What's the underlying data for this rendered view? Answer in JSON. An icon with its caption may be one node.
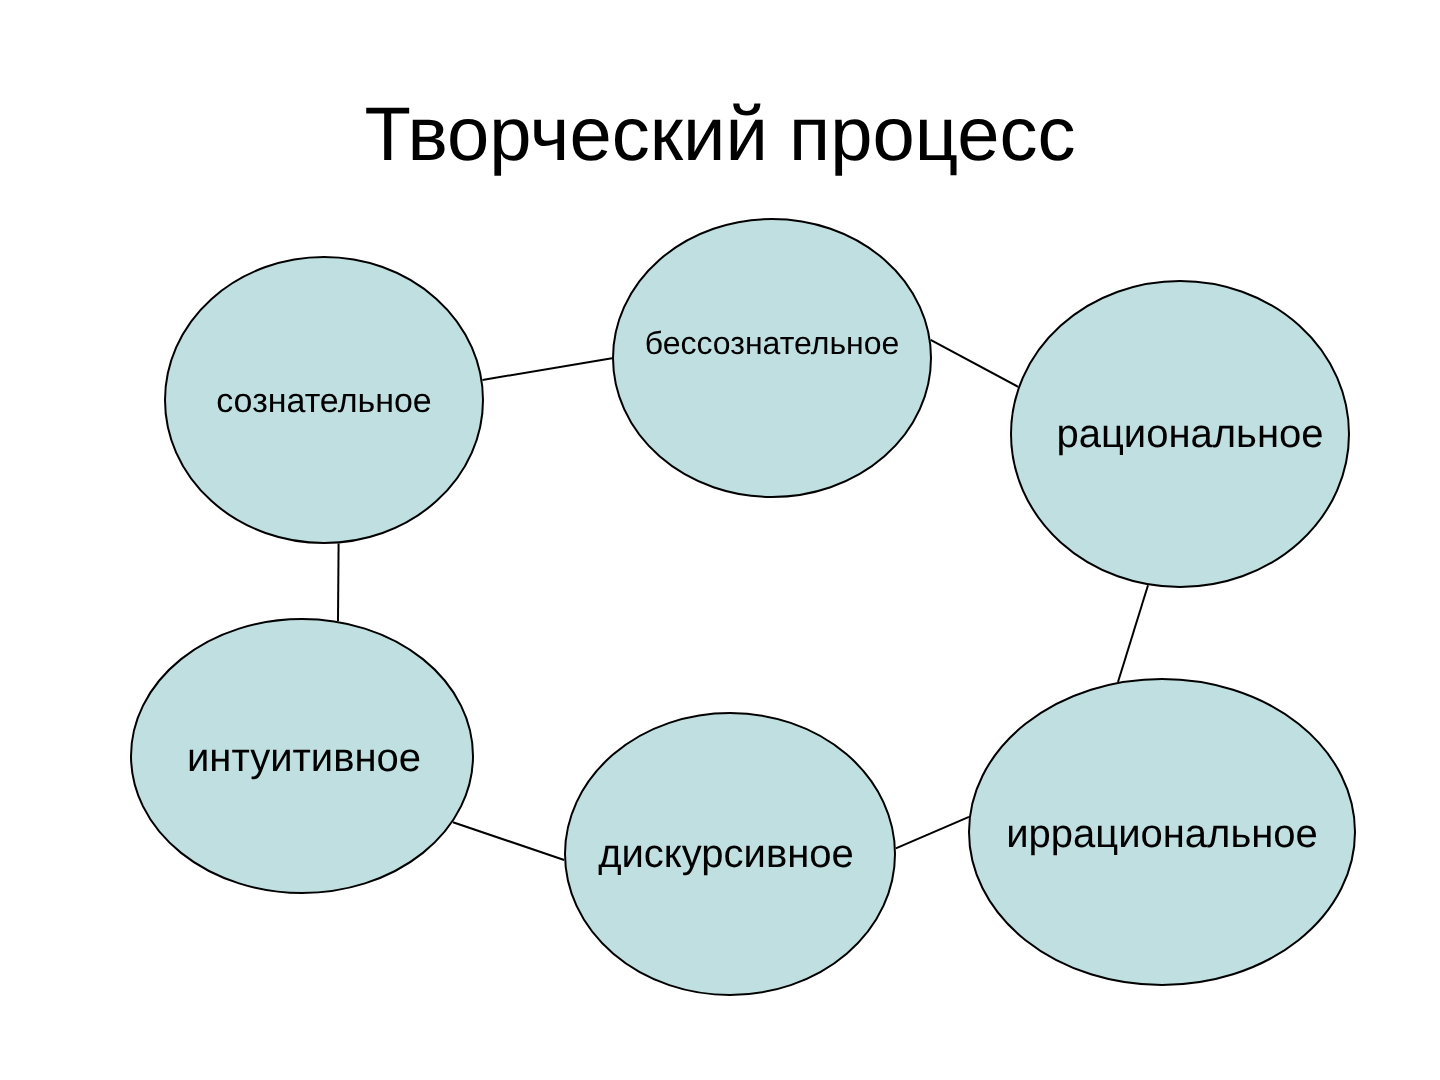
{
  "diagram": {
    "title": "Творческий процесс",
    "nodes": [
      {
        "text": [
          "сознательное"
        ]
      },
      {
        "text": [
          "бессознательное"
        ]
      },
      {
        "text": [
          "рациональное"
        ]
      },
      {
        "text": [
          "интуитивное"
        ]
      },
      {
        "text": [
          "дискурсивное"
        ]
      },
      {
        "text": [
          "иррациональное"
        ]
      }
    ],
    "edges": [
      {
        "from": 0,
        "to": 1,
        "arrow": "none"
      },
      {
        "from": 1,
        "to": 2,
        "arrow": "none"
      },
      {
        "from": 0,
        "to": 3,
        "arrow": "none"
      },
      {
        "from": 2,
        "to": 5,
        "arrow": "none"
      },
      {
        "from": 3,
        "to": 4,
        "arrow": "none"
      },
      {
        "from": 4,
        "to": 5,
        "arrow": "none"
      }
    ]
  }
}
